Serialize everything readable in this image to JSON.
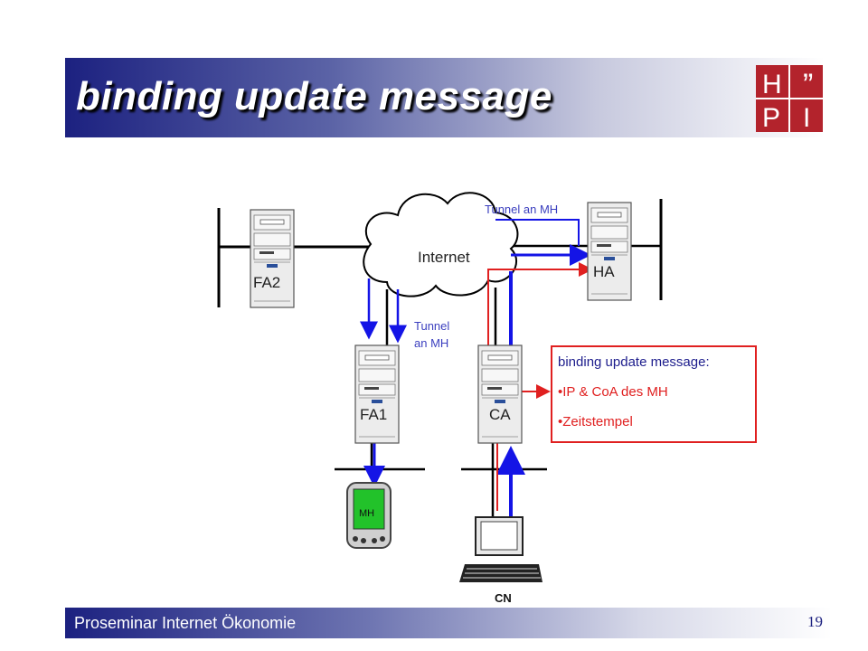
{
  "slide": {
    "title": "binding update message",
    "footer": "Proseminar Internet Ökonomie",
    "page_number": "19"
  },
  "logo": {
    "letters": [
      "H",
      "”",
      "P",
      "I"
    ],
    "color": "#b3232c"
  },
  "diagram": {
    "cloud_label": "Internet",
    "tunnel_top_label": "Tunnel an MH",
    "tunnel_left_label_line1": "Tunnel",
    "tunnel_left_label_line2": "an MH",
    "servers": {
      "fa2": "FA2",
      "ha": "HA",
      "fa1": "FA1",
      "ca": "CA"
    },
    "pda_label": "MH",
    "computer_label": "CN",
    "colors": {
      "blue_line": "#1414e6",
      "red_line": "#e02020",
      "black_line": "#000000",
      "pda_screen": "#22c22a"
    }
  },
  "info_box": {
    "heading": "binding update message:",
    "bullet1": "•IP & CoA des MH",
    "bullet2": "•Zeitstempel",
    "heading_color": "#1c1c8c",
    "bullet_color": "#e02020"
  }
}
